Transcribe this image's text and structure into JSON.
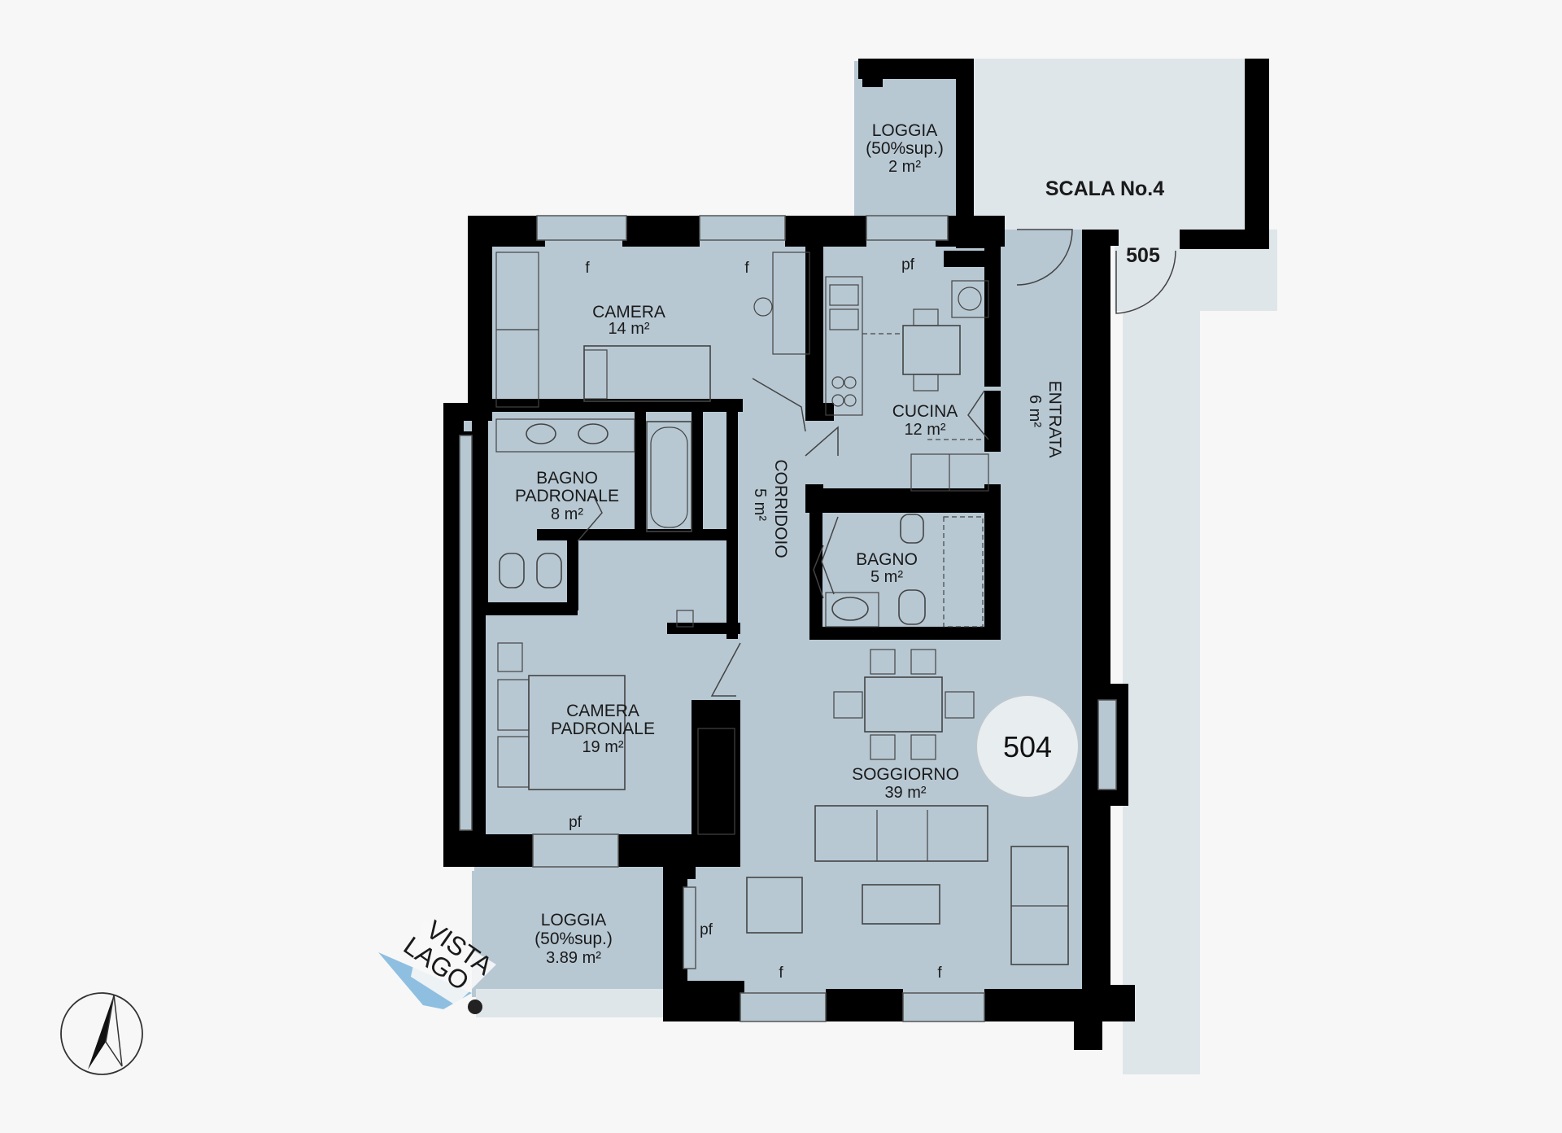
{
  "plan": {
    "unit_number": "504",
    "neighbor_unit": "505",
    "stair_label": "SCALA No.4",
    "view_label_line1": "VISTA",
    "view_label_line2": "LAGO",
    "rooms": {
      "camera": {
        "name": "CAMERA",
        "area": "14 m²"
      },
      "bagno_padronale": {
        "name_line1": "BAGNO",
        "name_line2": "PADRONALE",
        "area": "8 m²"
      },
      "corridoio": {
        "name": "CORRIDOIO",
        "area": "5 m²"
      },
      "cucina": {
        "name": "CUCINA",
        "area": "12 m²"
      },
      "entrata": {
        "name": "ENTRATA",
        "area": "6 m²"
      },
      "bagno": {
        "name": "BAGNO",
        "area": "5 m²"
      },
      "camera_padronale": {
        "name_line1": "CAMERA",
        "name_line2": "PADRONALE",
        "area": "19 m²"
      },
      "soggiorno": {
        "name": "SOGGIORNO",
        "area": "39 m²"
      },
      "loggia_top": {
        "name": "LOGGIA",
        "note": "(50%sup.)",
        "area": "2 m²"
      },
      "loggia_bottom": {
        "name": "LOGGIA",
        "note": "(50%sup.)",
        "area": "3.89 m²"
      }
    },
    "window_marks": {
      "f": "f",
      "pf": "pf"
    },
    "colors": {
      "floor": "#b7c8d3",
      "wall": "#000000",
      "background": "#f7f7f7",
      "stair": "#dfe6ea",
      "view_wedge": "#8fbfe0"
    },
    "icons": {
      "compass": "north-arrow-icon"
    }
  }
}
